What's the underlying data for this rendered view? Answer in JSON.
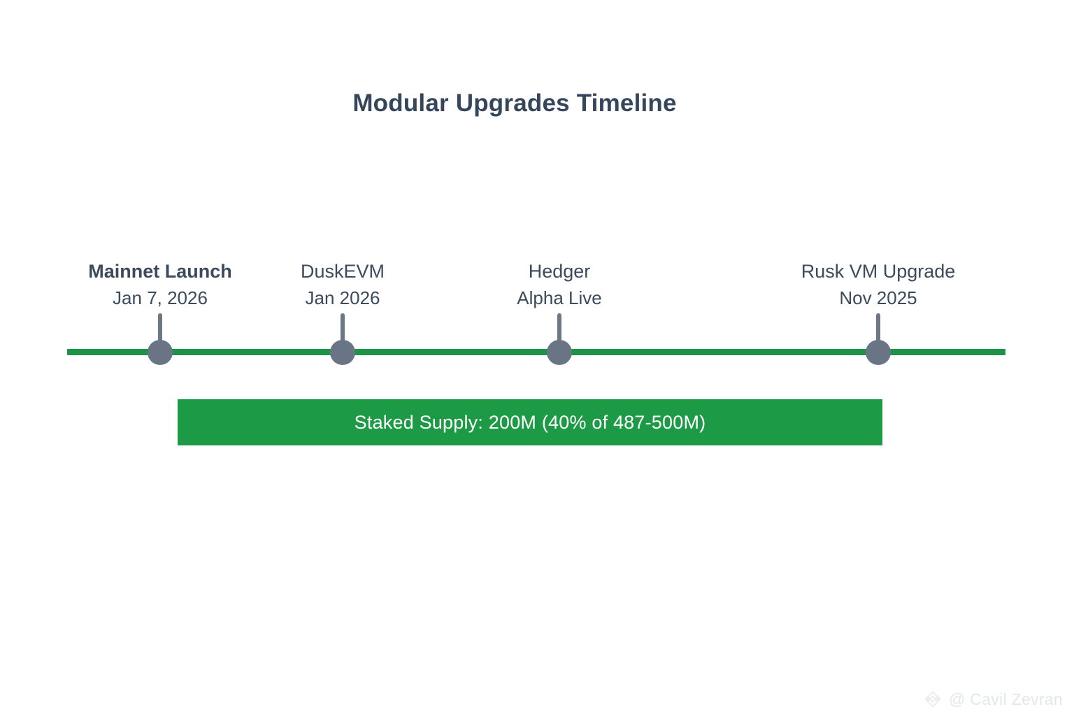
{
  "header": {
    "title": "Modular Upgrades Timeline"
  },
  "colors": {
    "background": "#ffffff",
    "title_text": "#36465a",
    "axis_green": "#1b9447",
    "banner_green": "#1d9a45",
    "marker_gray": "#697584",
    "stem_gray": "#6d7886",
    "label_text": "#3b4a5c",
    "banner_text": "#ffffff",
    "watermark_text": "#d3d8de"
  },
  "chart_data": {
    "type": "timeline",
    "title": "Modular Upgrades Timeline",
    "orientation": "horizontal",
    "axis_color": "#1b9447",
    "marker_color": "#697584",
    "milestones": [
      {
        "label": "Mainnet Launch",
        "date": "Jan 7, 2026",
        "position_pct": 9.6,
        "emphasis": "bold"
      },
      {
        "label": "DuskEVM",
        "date": "Jan 2026",
        "position_pct": 29.4,
        "emphasis": "normal"
      },
      {
        "label": "Hedger",
        "date": "Alpha Live",
        "position_pct": 49.5,
        "emphasis": "normal"
      },
      {
        "label": "Rusk VM Upgrade",
        "date": "Nov 2025",
        "position_pct": 79.2,
        "emphasis": "normal"
      }
    ]
  },
  "banner": {
    "text": "Staked Supply: 200M (40% of 487-500M)",
    "staked_amount": "200M",
    "staked_pct": "40%",
    "total_supply_range": "487-500M"
  },
  "watermark": {
    "handle": "@ Cavil Zevran",
    "logo_icon": "diamond-logo-icon"
  }
}
